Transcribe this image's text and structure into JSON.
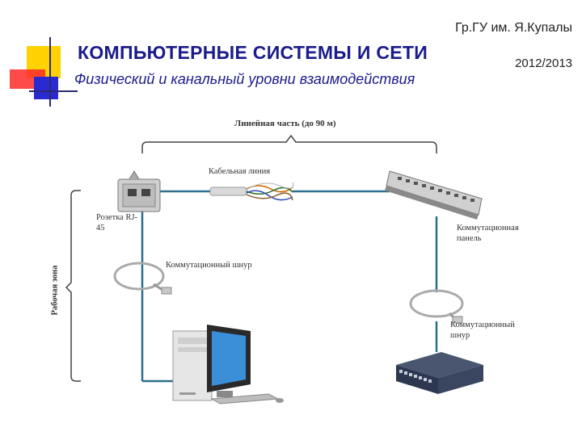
{
  "header": {
    "org": "Гр.ГУ им. Я.Купалы",
    "year": "2012/2013",
    "title": "КОМПЬЮТЕРНЫЕ СИСТЕМЫ  И СЕТИ",
    "subtitle": "Физический и канальный уровни взаимодействия"
  },
  "diagram": {
    "linear_part": "Линейная часть (до 90 м)",
    "cable_line": "Кабельная линия",
    "socket": "Розетка RJ-45",
    "patch_cord_1": "Коммутационный шнур",
    "patch_panel": "Коммутационная панель",
    "patch_cord_2": "Коммутационный шнур",
    "work_zone": "Рабочая зона"
  },
  "colors": {
    "title": "#1b1b8c",
    "link_line": "#2a6e8a",
    "accent_yellow": "#ffd200",
    "accent_red": "#ff2a2a",
    "accent_blue": "#2a2ad0"
  }
}
